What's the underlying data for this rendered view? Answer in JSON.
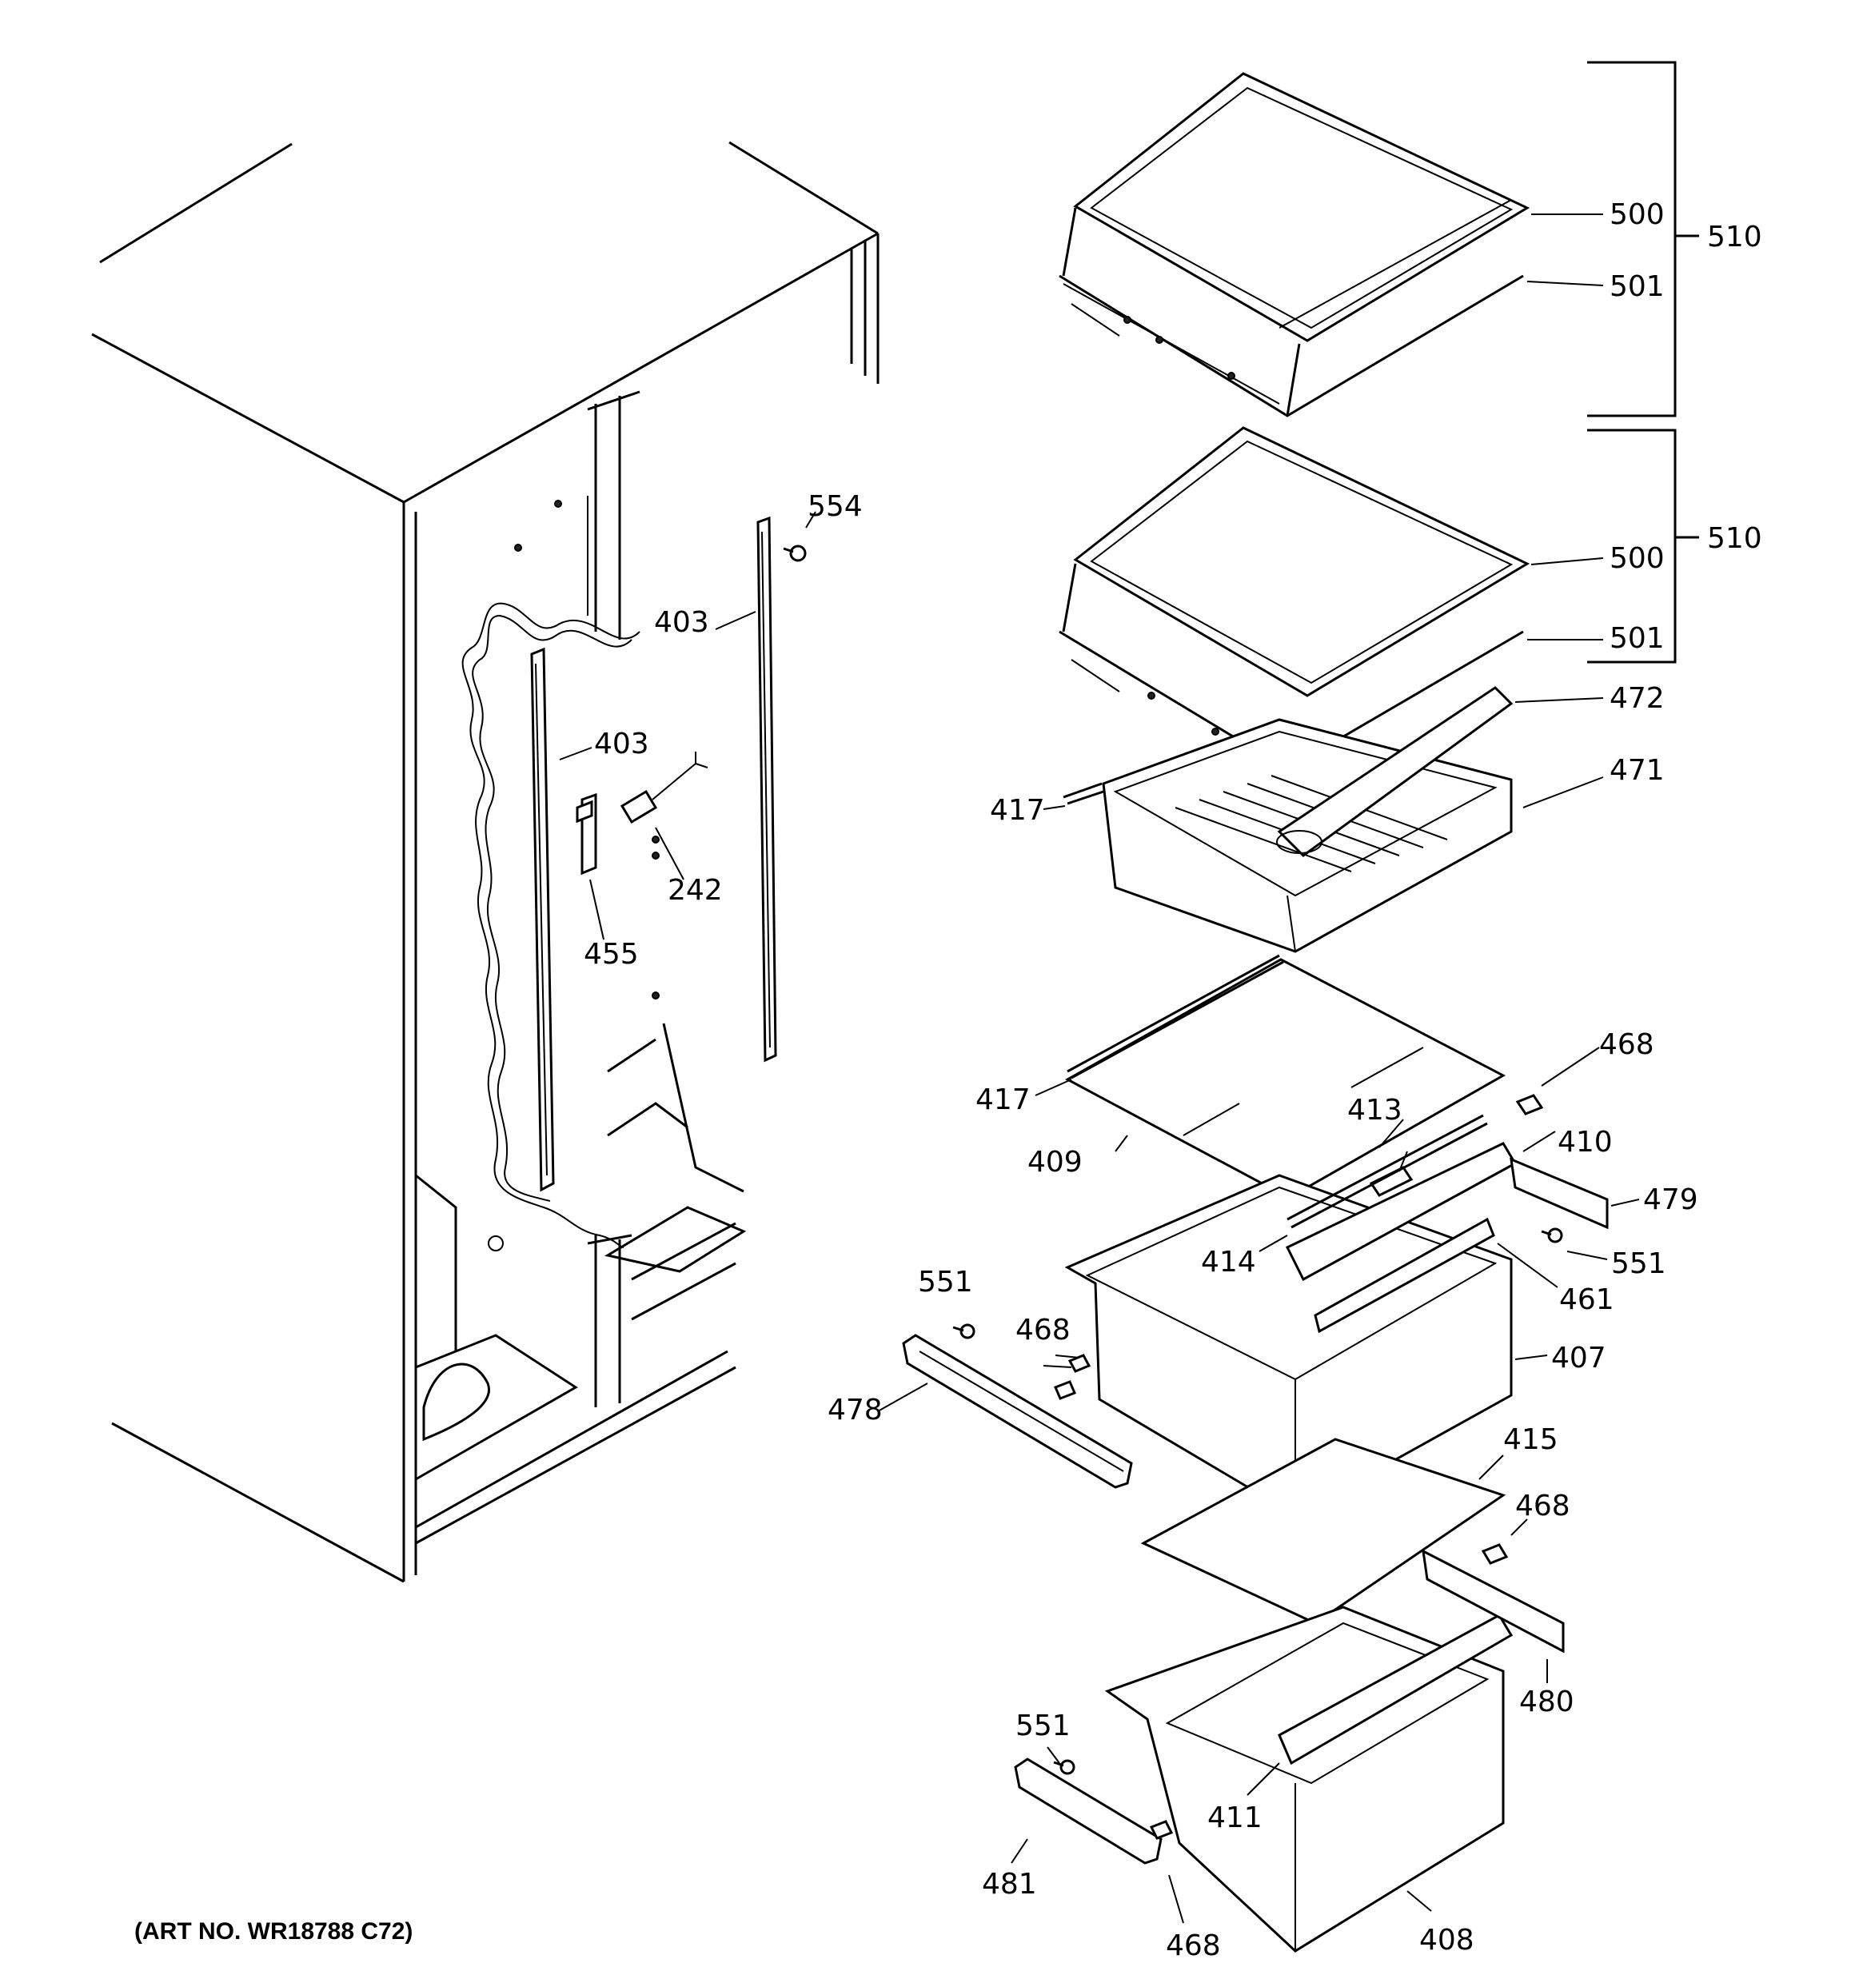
{
  "footer": {
    "art_number": "(ART NO. WR18788 C72)"
  },
  "callouts": {
    "c510a": "510",
    "c500a": "500",
    "c501a": "501",
    "c510b": "510",
    "c500b": "500",
    "c501b": "501",
    "c472": "472",
    "c471": "471",
    "c417a": "417",
    "c554": "554",
    "c403a": "403",
    "c403b": "403",
    "c242": "242",
    "c455": "455",
    "c468a": "468",
    "c413": "413",
    "c410": "410",
    "c417b": "417",
    "c409": "409",
    "c479": "479",
    "c414": "414",
    "c551a": "551",
    "c461": "461",
    "c551b": "551",
    "c468b": "468",
    "c407": "407",
    "c478": "478",
    "c415": "415",
    "c468c": "468",
    "c480": "480",
    "c551c": "551",
    "c411": "411",
    "c481": "481",
    "c468d": "468",
    "c408": "408"
  }
}
